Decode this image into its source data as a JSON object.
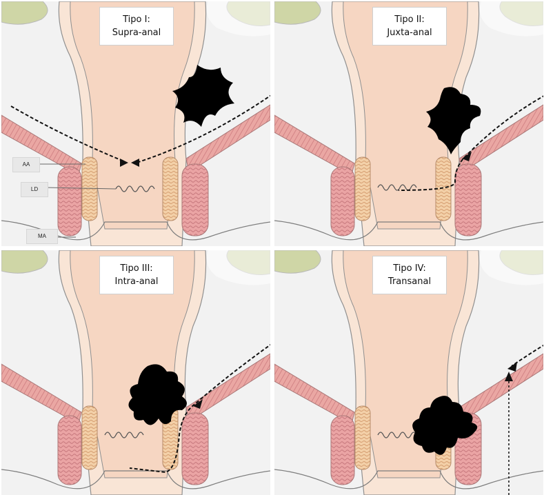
{
  "panels": [
    {
      "title_line1": "Tipo I:",
      "title_line2": "Supra-anal"
    },
    {
      "title_line1": "Tipo II:",
      "title_line2": "Juxta-anal"
    },
    {
      "title_line1": "Tipo III:",
      "title_line2": "Intra-anal"
    },
    {
      "title_line1": "Tipo IV:",
      "title_line2": "Transanal"
    }
  ],
  "labels": {
    "aa": "AA",
    "ld": "LD",
    "ma": "MA"
  },
  "colors": {
    "lumen": "#f6d7c4",
    "wall": "#f9e6d8",
    "muscle": "#e9a3a3",
    "sphincter": "#f2cfa8",
    "fat": "#cfd6a6",
    "tumor": "#000000",
    "background": "#f2f2f2"
  }
}
